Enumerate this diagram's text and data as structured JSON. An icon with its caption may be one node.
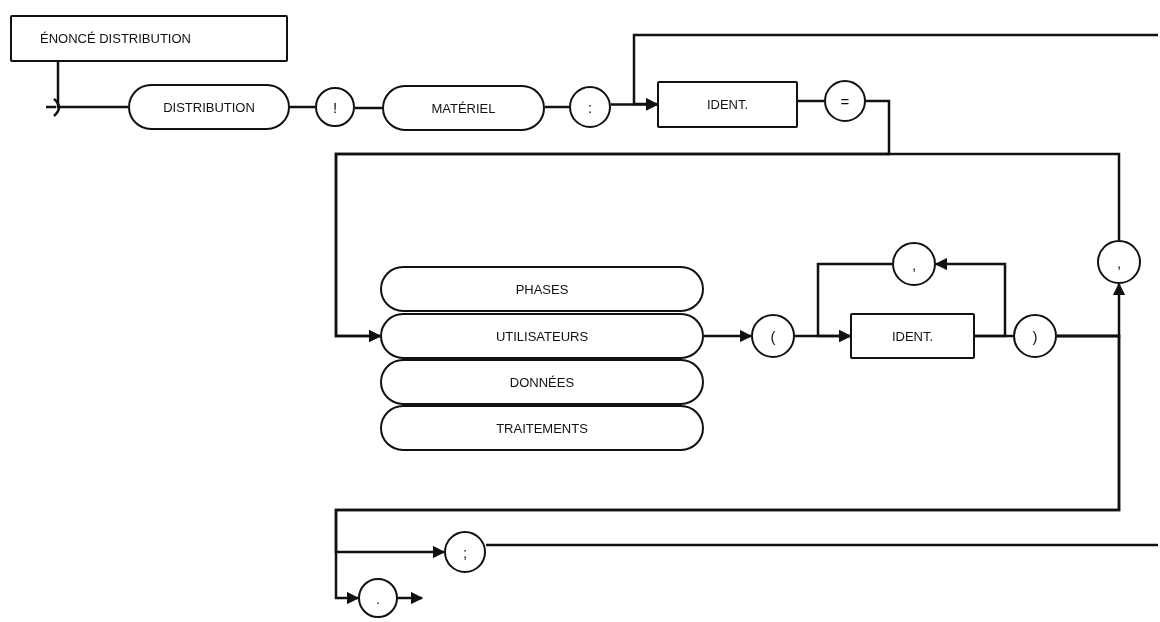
{
  "diagram": {
    "nodes": [
      {
        "text": [
          "ÉNONCÉ DISTRIBUTION"
        ]
      },
      {
        "text": [
          "DISTRIBUTION"
        ]
      },
      {
        "text": [
          "!"
        ]
      },
      {
        "text": [
          "MATÉRIEL"
        ]
      },
      {
        "text": [
          ":"
        ]
      },
      {
        "text": [
          "IDENT."
        ]
      },
      {
        "text": [
          "="
        ]
      },
      {
        "text": [
          "PHASES"
        ]
      },
      {
        "text": [
          "UTILISATEURS"
        ]
      },
      {
        "text": [
          "DONNÉES"
        ]
      },
      {
        "text": [
          "TRAITEMENTS"
        ]
      },
      {
        "text": [
          "("
        ]
      },
      {
        "text": [
          "IDENT."
        ]
      },
      {
        "text": [
          ","
        ]
      },
      {
        "text": [
          ")"
        ]
      },
      {
        "text": [
          ","
        ]
      },
      {
        "text": [
          ";"
        ]
      },
      {
        "text": [
          "."
        ]
      }
    ],
    "edges": [
      {
        "from": 0,
        "to": 1,
        "arrow": "none"
      },
      {
        "from": 1,
        "to": 2,
        "arrow": "none"
      },
      {
        "from": 2,
        "to": 3,
        "arrow": "none"
      },
      {
        "from": 3,
        "to": 4,
        "arrow": "none"
      },
      {
        "from": 4,
        "to": 5,
        "arrow": "to"
      },
      {
        "from": 5,
        "to": 6,
        "arrow": "none"
      },
      {
        "from": 6,
        "to": 8,
        "arrow": "to"
      },
      {
        "from": 8,
        "to": 11,
        "arrow": "to"
      },
      {
        "from": 11,
        "to": 12,
        "arrow": "to"
      },
      {
        "from": 12,
        "to": 13,
        "arrow": "to"
      },
      {
        "from": 13,
        "to": 12,
        "arrow": "to"
      },
      {
        "from": 12,
        "to": 14,
        "arrow": "none"
      },
      {
        "from": 14,
        "to": 15,
        "arrow": "to"
      },
      {
        "from": 15,
        "to": 8,
        "arrow": "to"
      },
      {
        "from": 14,
        "to": 16,
        "arrow": "to"
      },
      {
        "from": 14,
        "to": 17,
        "arrow": "to"
      },
      {
        "from": 16,
        "to": null,
        "arrow": "none"
      },
      {
        "from": null,
        "to": 5,
        "arrow": "to"
      },
      {
        "from": 17,
        "to": null,
        "arrow": "to"
      }
    ]
  }
}
